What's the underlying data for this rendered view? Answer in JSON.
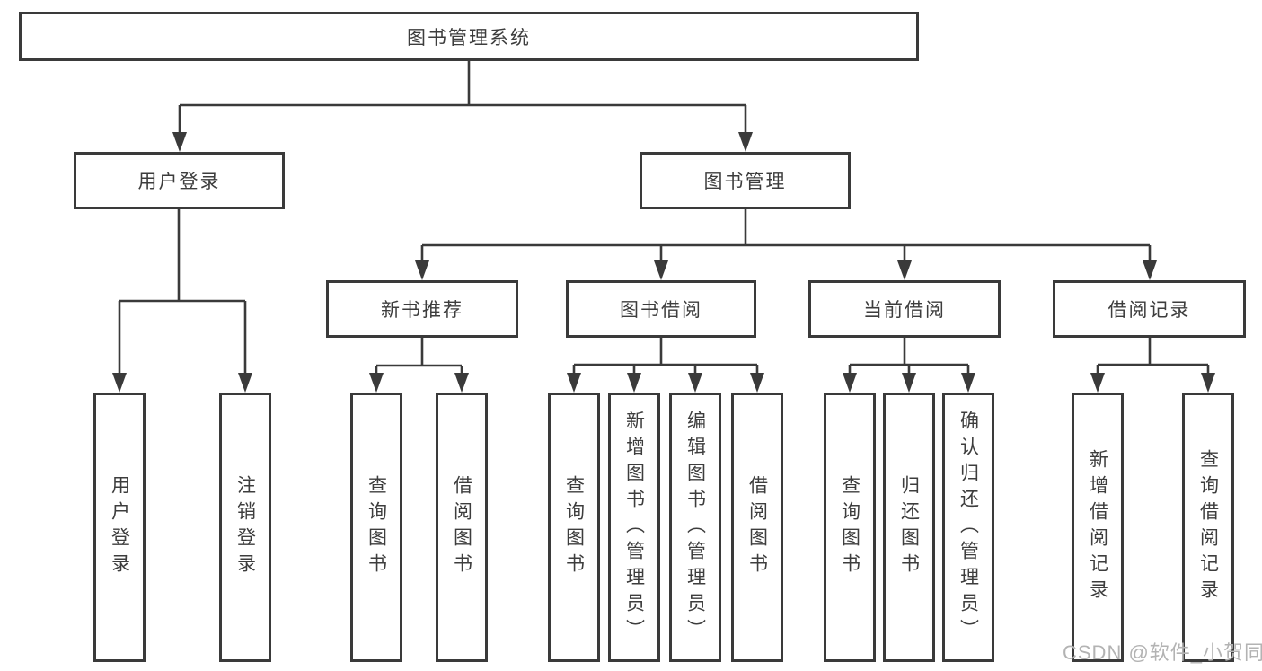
{
  "title": {
    "label": "图书管理系统"
  },
  "level2": {
    "user_login": {
      "label": "用户登录"
    },
    "book_mgmt": {
      "label": "图书管理"
    }
  },
  "level3": {
    "new_books": {
      "label": "新书推荐"
    },
    "borrowing": {
      "label": "图书借阅"
    },
    "current": {
      "label": "当前借阅"
    },
    "records": {
      "label": "借阅记录"
    }
  },
  "leaves": {
    "user_login": "用户登录",
    "logout": "注销登录",
    "nb_query": "查询图书",
    "nb_borrow": "借阅图书",
    "bw_query": "查询图书",
    "bw_add": "新增图书（管理员）",
    "bw_edit": "编辑图书（管理员）",
    "bw_borrow": "借阅图书",
    "cur_query": "查询图书",
    "cur_return": "归还图书",
    "cur_confirm": "确认归还（管理员）",
    "rec_add": "新增借阅记录",
    "rec_query": "查询借阅记录"
  },
  "watermark": "CSDN @软件_小贺同学",
  "colors": {
    "line": "#3a3a3a",
    "text": "#3d3d3d",
    "watermark": "#b3b3b3",
    "bg": "#ffffff"
  }
}
